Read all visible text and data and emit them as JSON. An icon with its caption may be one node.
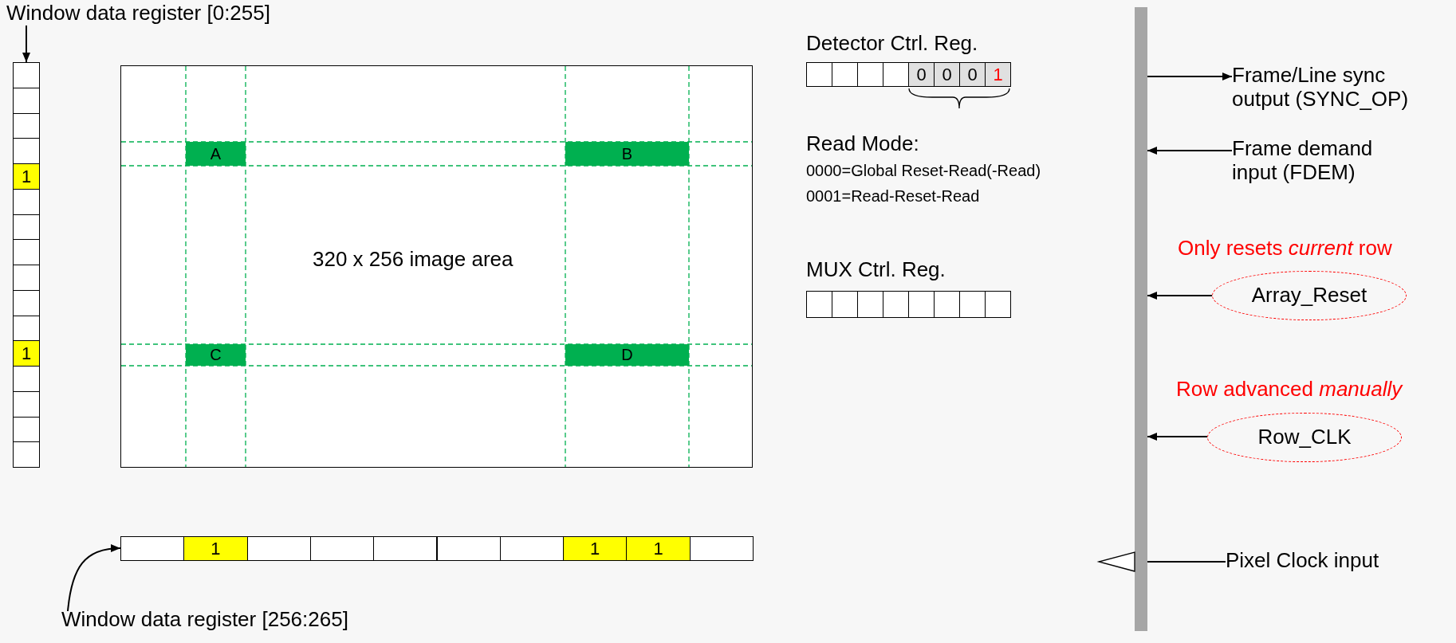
{
  "diagram": {
    "nodes": [
      {
        "text": [
          "Window data register [0:255]"
        ]
      },
      {
        "text": [
          "1",
          "1"
        ]
      },
      {
        "text": [
          "320 x 256 image area"
        ]
      },
      {
        "text": [
          "A"
        ],
        "in": 2
      },
      {
        "text": [
          "B"
        ],
        "in": 2
      },
      {
        "text": [
          "C"
        ],
        "in": 2
      },
      {
        "text": [
          "D"
        ],
        "in": 2
      },
      {
        "text": [
          "1",
          "1",
          "1"
        ]
      },
      {
        "text": [
          "Window data register [256:265]"
        ]
      },
      {
        "text": [
          "Detector Ctrl. Reg.",
          "0",
          "0",
          "0",
          "1"
        ]
      },
      {
        "text": [
          "MUX Ctrl. Reg."
        ]
      },
      {
        "text": [],
        "shape": "bar"
      },
      {
        "text": [
          "Frame/Line sync output (SYNC_OP)"
        ]
      },
      {
        "text": [
          "Frame demand input (FDEM)"
        ]
      },
      {
        "text": [
          "Array_Reset"
        ],
        "beside": [
          "Only resets *current* row"
        ]
      },
      {
        "text": [
          "Row_CLK"
        ],
        "beside": [
          "Row advanced *manually*"
        ]
      },
      {
        "text": [
          "Pixel Clock input"
        ]
      }
    ],
    "edges": [
      {
        "from": 0,
        "to": 1,
        "arrow": "to"
      },
      {
        "from": 8,
        "to": 7,
        "arrow": "to"
      },
      {
        "from": 11,
        "to": 12,
        "arrow": "to"
      },
      {
        "from": 13,
        "to": 11,
        "arrow": "to"
      },
      {
        "from": 14,
        "to": 11,
        "arrow": "to"
      },
      {
        "from": 15,
        "to": 11,
        "arrow": "to"
      },
      {
        "from": 16,
        "to": 11,
        "arrow": "to"
      }
    ],
    "labels": [
      "Read Mode:",
      "0000=Global Reset-Read(-Read)",
      "0001=Read-Reset-Read"
    ]
  }
}
